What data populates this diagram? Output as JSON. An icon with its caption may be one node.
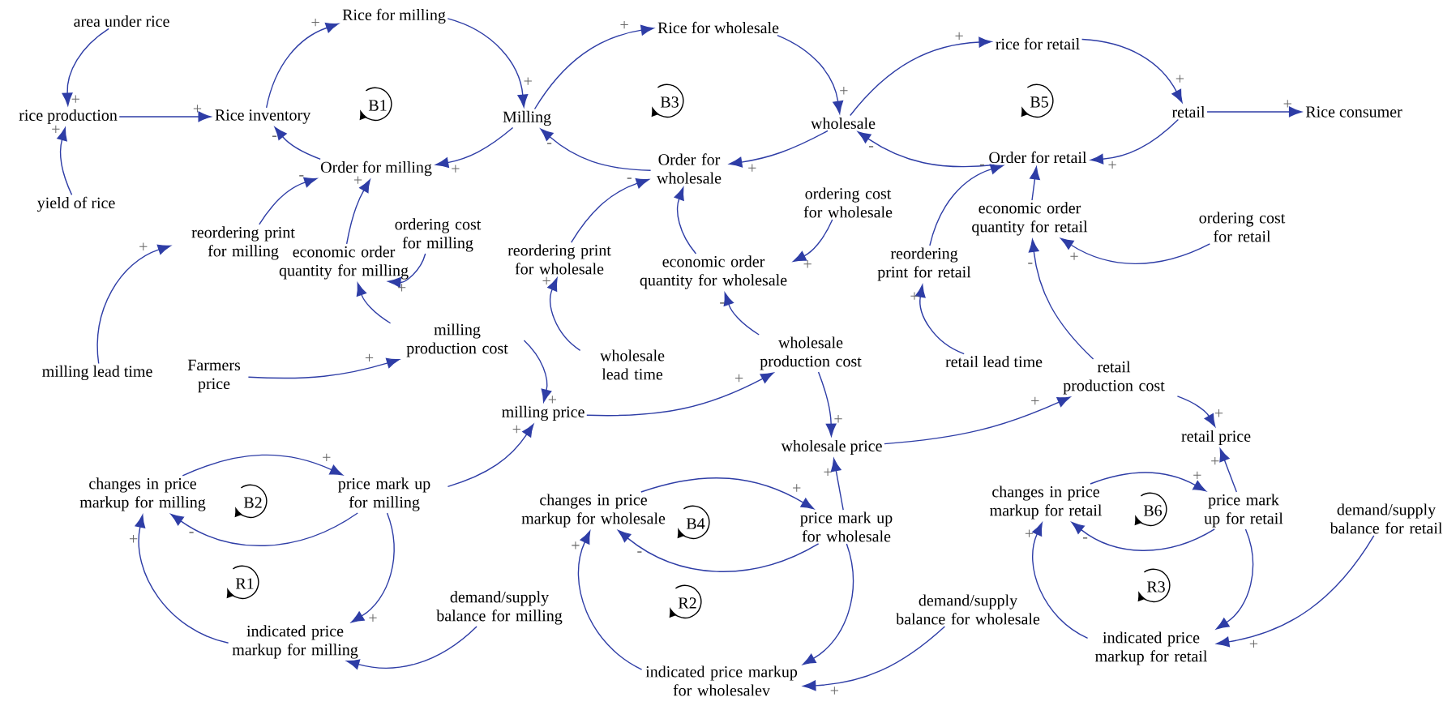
{
  "diagram": {
    "nodes": [
      {
        "text": [
          "area under rice"
        ]
      },
      {
        "text": [
          "rice production"
        ]
      },
      {
        "text": [
          "yield of rice"
        ]
      },
      {
        "text": [
          "Rice inventory"
        ]
      },
      {
        "text": [
          "Rice for milling"
        ]
      },
      {
        "text": [
          "Milling"
        ]
      },
      {
        "text": [
          "Order for milling"
        ]
      },
      {
        "text": [
          "reordering print for milling"
        ]
      },
      {
        "text": [
          "economic order quantity for milling"
        ]
      },
      {
        "text": [
          "ordering cost for milling"
        ]
      },
      {
        "text": [
          "milling production cost"
        ]
      },
      {
        "text": [
          "milling lead time"
        ]
      },
      {
        "text": [
          "Farmers price"
        ]
      },
      {
        "text": [
          "Rice for wholesale"
        ]
      },
      {
        "text": [
          "wholesale"
        ]
      },
      {
        "text": [
          "Order for wholesale"
        ]
      },
      {
        "text": [
          "reordering print for wholesale"
        ]
      },
      {
        "text": [
          "economic order quantity for wholesale"
        ]
      },
      {
        "text": [
          "ordering cost for wholesale"
        ]
      },
      {
        "text": [
          "wholesale lead time"
        ]
      },
      {
        "text": [
          "wholesale production cost"
        ]
      },
      {
        "text": [
          "milling price"
        ]
      },
      {
        "text": [
          "rice for retail"
        ]
      },
      {
        "text": [
          "retail"
        ]
      },
      {
        "text": [
          "Rice consumer"
        ]
      },
      {
        "text": [
          "Order for retail"
        ]
      },
      {
        "text": [
          "economic order quantity for retail"
        ]
      },
      {
        "text": [
          "ordering cost for retail"
        ]
      },
      {
        "text": [
          "reordering print for retail"
        ]
      },
      {
        "text": [
          "retail lead time"
        ]
      },
      {
        "text": [
          "retail production cost"
        ]
      },
      {
        "text": [
          "wholesale price"
        ]
      },
      {
        "text": [
          "retail price"
        ]
      },
      {
        "text": [
          "changes in price markup for milling"
        ]
      },
      {
        "text": [
          "price mark up for milling"
        ]
      },
      {
        "text": [
          "indicated price markup for milling"
        ]
      },
      {
        "text": [
          "demand/supply balance for milling"
        ]
      },
      {
        "text": [
          "changes in price markup for wholesale"
        ]
      },
      {
        "text": [
          "price mark up for wholesale"
        ]
      },
      {
        "text": [
          "indicated price markup for wholesalev"
        ]
      },
      {
        "text": [
          "demand/supply balance for wholesale"
        ]
      },
      {
        "text": [
          "changes in price markup for retail"
        ]
      },
      {
        "text": [
          "price mark up for retail"
        ]
      },
      {
        "text": [
          "indicated price markup for retail"
        ]
      },
      {
        "text": [
          "demand/supply balance for retail"
        ]
      }
    ],
    "edges": [
      {
        "from": 0,
        "to": 1,
        "arrow": "to",
        "label": "+"
      },
      {
        "from": 2,
        "to": 1,
        "arrow": "to",
        "label": "+"
      },
      {
        "from": 1,
        "to": 3,
        "arrow": "to",
        "label": "+"
      },
      {
        "from": 3,
        "to": 4,
        "arrow": "to",
        "label": "+"
      },
      {
        "from": 4,
        "to": 5,
        "arrow": "to",
        "label": "+"
      },
      {
        "from": 5,
        "to": 13,
        "arrow": "to",
        "label": "+"
      },
      {
        "from": 13,
        "to": 14,
        "arrow": "to",
        "label": "+"
      },
      {
        "from": 14,
        "to": 22,
        "arrow": "to",
        "label": "+"
      },
      {
        "from": 22,
        "to": 23,
        "arrow": "to",
        "label": "+"
      },
      {
        "from": 23,
        "to": 24,
        "arrow": "to",
        "label": "+"
      },
      {
        "from": 6,
        "to": 3,
        "arrow": "to",
        "label": "-"
      },
      {
        "from": 5,
        "to": 6,
        "arrow": "to",
        "label": "+"
      },
      {
        "from": 7,
        "to": 6,
        "arrow": "to",
        "label": "-"
      },
      {
        "from": 8,
        "to": 6,
        "arrow": "to",
        "label": "+"
      },
      {
        "from": 9,
        "to": 8,
        "arrow": "to",
        "label": "+"
      },
      {
        "from": 10,
        "to": 8,
        "arrow": "to"
      },
      {
        "from": 11,
        "to": 7,
        "arrow": "to",
        "label": "+"
      },
      {
        "from": 12,
        "to": 10,
        "arrow": "to",
        "label": "+"
      },
      {
        "from": 15,
        "to": 5,
        "arrow": "to",
        "label": "-"
      },
      {
        "from": 14,
        "to": 15,
        "arrow": "to",
        "label": "+"
      },
      {
        "from": 16,
        "to": 15,
        "arrow": "to",
        "label": "-"
      },
      {
        "from": 17,
        "to": 15,
        "arrow": "to"
      },
      {
        "from": 18,
        "to": 17,
        "arrow": "to",
        "label": "+"
      },
      {
        "from": 20,
        "to": 17,
        "arrow": "to",
        "label": "-"
      },
      {
        "from": 23,
        "to": 25,
        "arrow": "to",
        "label": "+"
      },
      {
        "from": 25,
        "to": 14,
        "arrow": "to",
        "label": "-"
      },
      {
        "from": 28,
        "to": 25,
        "arrow": "to",
        "label": "-"
      },
      {
        "from": 26,
        "to": 25,
        "arrow": "to"
      },
      {
        "from": 27,
        "to": 26,
        "arrow": "to",
        "label": "+"
      },
      {
        "from": 30,
        "to": 26,
        "arrow": "to",
        "label": "-"
      },
      {
        "from": 29,
        "to": 28,
        "arrow": "to",
        "label": "+"
      },
      {
        "from": 19,
        "to": 16,
        "arrow": "to",
        "label": "+"
      },
      {
        "from": 10,
        "to": 21,
        "arrow": "to",
        "label": "+"
      },
      {
        "from": 21,
        "to": 20,
        "arrow": "to",
        "label": "+"
      },
      {
        "from": 20,
        "to": 31,
        "arrow": "to",
        "label": "+"
      },
      {
        "from": 34,
        "to": 21,
        "arrow": "to",
        "label": "+"
      },
      {
        "from": 31,
        "to": 30,
        "arrow": "to",
        "label": "+"
      },
      {
        "from": 30,
        "to": 32,
        "arrow": "to",
        "label": "+"
      },
      {
        "from": 42,
        "to": 32,
        "arrow": "to",
        "label": "+"
      },
      {
        "from": 38,
        "to": 31,
        "arrow": "to",
        "label": "+"
      },
      {
        "from": 33,
        "to": 34,
        "arrow": "to",
        "label": "+"
      },
      {
        "from": 34,
        "to": 33,
        "arrow": "to",
        "label": "-"
      },
      {
        "from": 35,
        "to": 33,
        "arrow": "to",
        "label": "+"
      },
      {
        "from": 34,
        "to": 35,
        "arrow": "to",
        "label": "+"
      },
      {
        "from": 36,
        "to": 35,
        "arrow": "to"
      },
      {
        "from": 37,
        "to": 38,
        "arrow": "to",
        "label": "+"
      },
      {
        "from": 38,
        "to": 37,
        "arrow": "to",
        "label": "-"
      },
      {
        "from": 39,
        "to": 37,
        "arrow": "to",
        "label": "+"
      },
      {
        "from": 38,
        "to": 39,
        "arrow": "to"
      },
      {
        "from": 40,
        "to": 39,
        "arrow": "to",
        "label": "+"
      },
      {
        "from": 41,
        "to": 42,
        "arrow": "to",
        "label": "+"
      },
      {
        "from": 42,
        "to": 41,
        "arrow": "to",
        "label": "-"
      },
      {
        "from": 43,
        "to": 41,
        "arrow": "to",
        "label": "+"
      },
      {
        "from": 42,
        "to": 43,
        "arrow": "to"
      },
      {
        "from": 44,
        "to": 43,
        "arrow": "to",
        "label": "+"
      }
    ],
    "labels": [
      "B1",
      "B3",
      "B5",
      "B2",
      "B4",
      "B6",
      "R1",
      "R2",
      "R3"
    ]
  }
}
